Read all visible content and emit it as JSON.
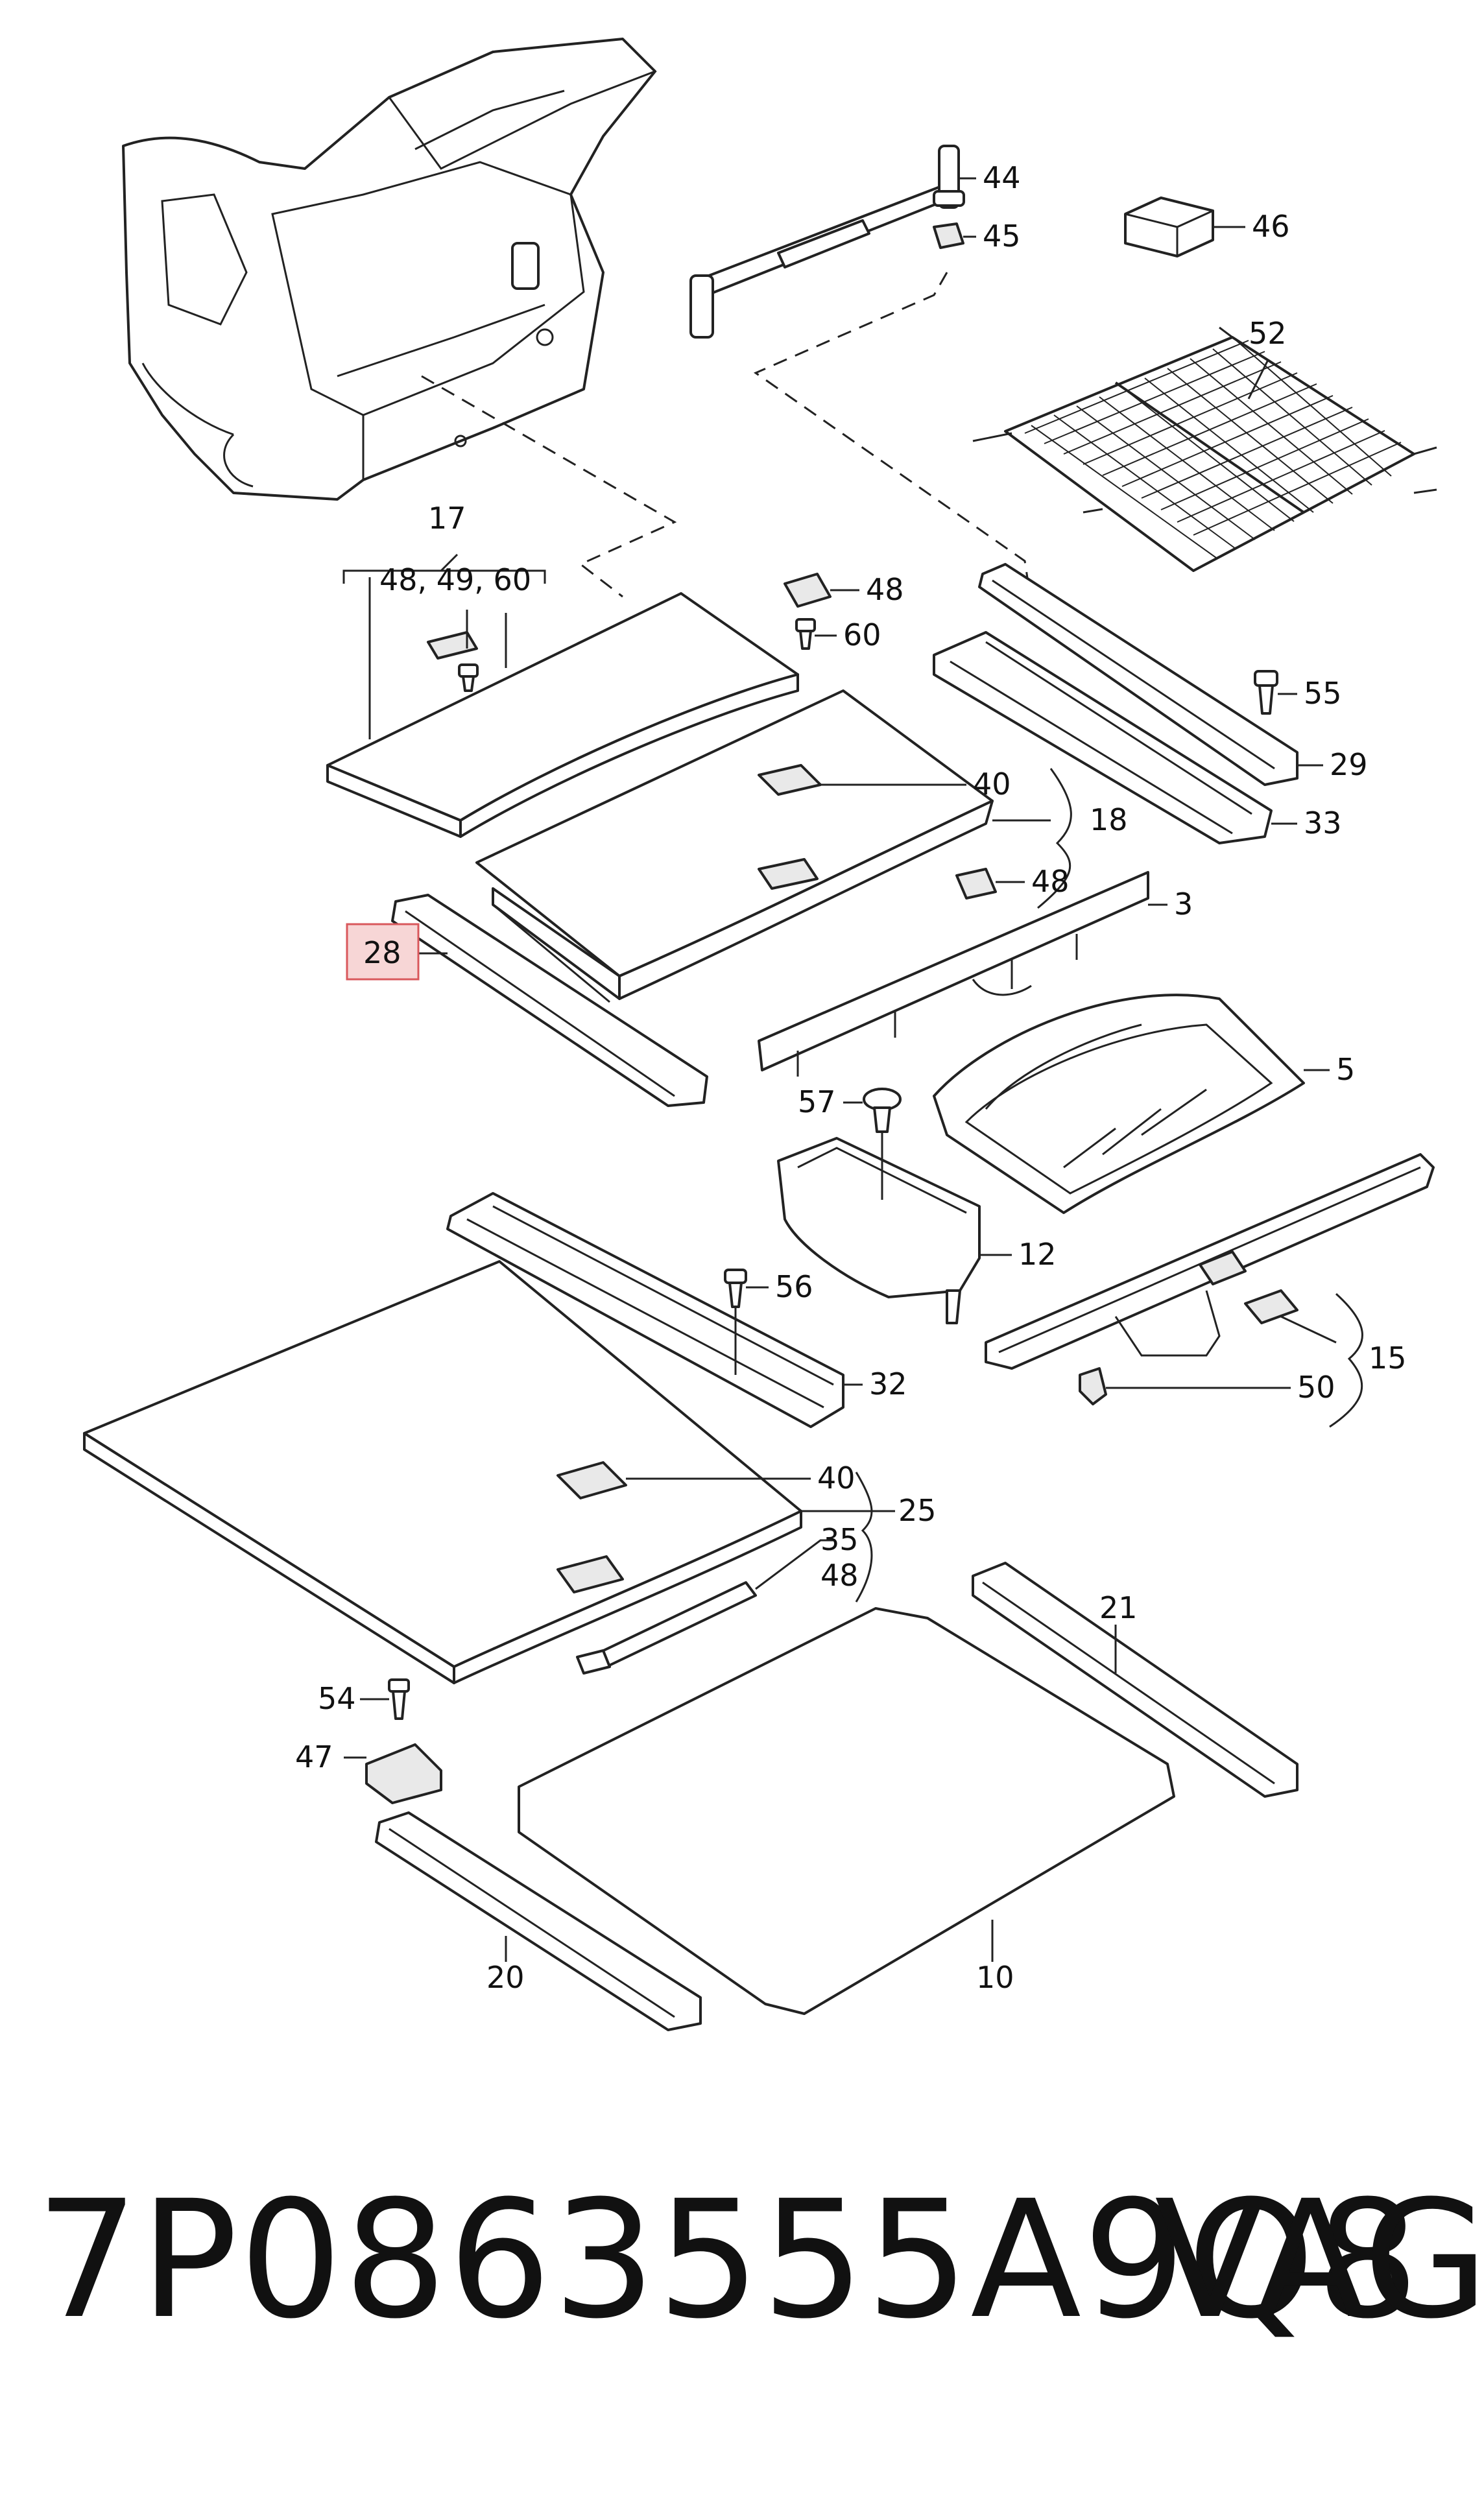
{
  "callouts": {
    "c17": "17",
    "c17sub": "48, 49, 60",
    "c44": "44",
    "c45": "45",
    "c46": "46",
    "c52": "52",
    "c48a": "48",
    "c60": "60",
    "c55": "55",
    "c29": "29",
    "c40a": "40",
    "c18": "18",
    "c33": "33",
    "c48b": "48",
    "c3": "3",
    "c28": "28",
    "c5": "5",
    "c57": "57",
    "c12": "12",
    "c56": "56",
    "c15": "15",
    "c32": "32",
    "c50": "50",
    "c40b": "40",
    "c25": "25",
    "c35": "35",
    "c48c": "48",
    "c21": "21",
    "c54": "54",
    "c47": "47",
    "c20": "20",
    "c10": "10"
  },
  "highlight_color": "#f7d6d6",
  "highlight_border": "#d9585c",
  "footer": {
    "part_number": "7P0863555A9Q8",
    "brand": "VAG"
  }
}
